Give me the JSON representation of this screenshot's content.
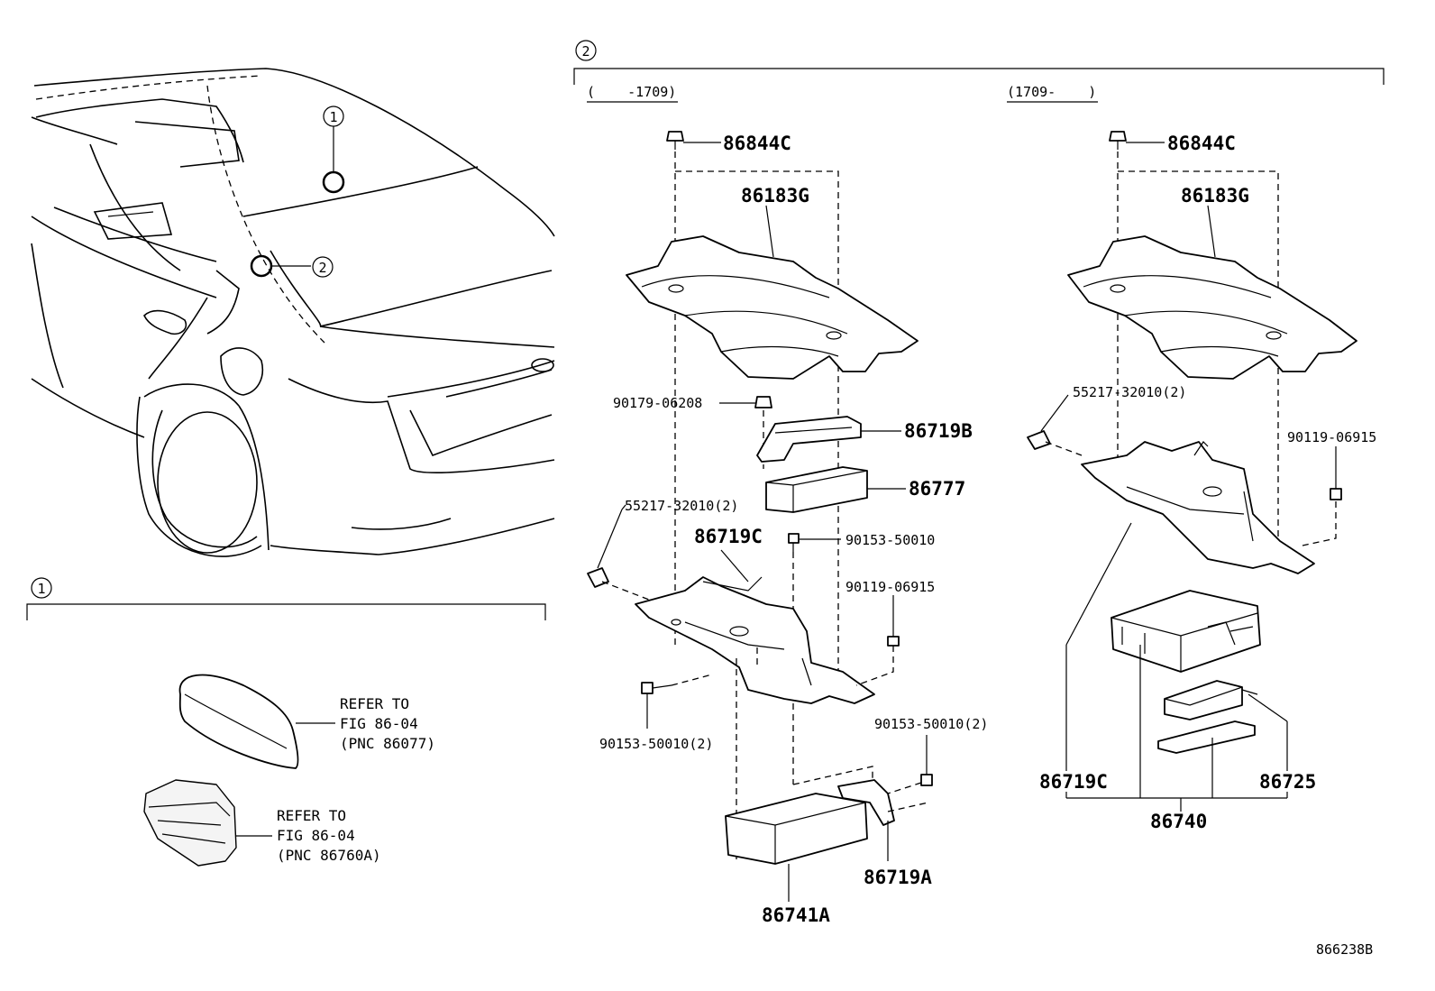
{
  "callouts": {
    "one": "1",
    "two": "2"
  },
  "sections": {
    "section2": {
      "left_range": "(    -1709)",
      "right_range": "(1709-    )"
    }
  },
  "part_labels": {
    "left": {
      "p86844C": "86844C",
      "p86183G": "86183G",
      "p90179": "90179-06208",
      "p86719B": "86719B",
      "p86777": "86777",
      "p55217": "55217-32010(2)",
      "p86719C": "86719C",
      "p90153": "90153-50010",
      "p90119": "90119-06915",
      "p90153x2a": "90153-50010(2)",
      "p90153x2b": "90153-50010(2)",
      "p86741A": "86741A",
      "p86719A": "86719A"
    },
    "right": {
      "p86844C": "86844C",
      "p86183G": "86183G",
      "p55217": "55217-32010(2)",
      "p90119": "90119-06915",
      "p86719C": "86719C",
      "p86725": "86725",
      "p86740": "86740"
    }
  },
  "references": [
    {
      "line1": "REFER TO",
      "line2": "FIG 86-04",
      "line3": "(PNC 86077)"
    },
    {
      "line1": "REFER TO",
      "line2": "FIG 86-04",
      "line3": "(PNC 86760A)"
    }
  ],
  "figure_id": "866238B"
}
